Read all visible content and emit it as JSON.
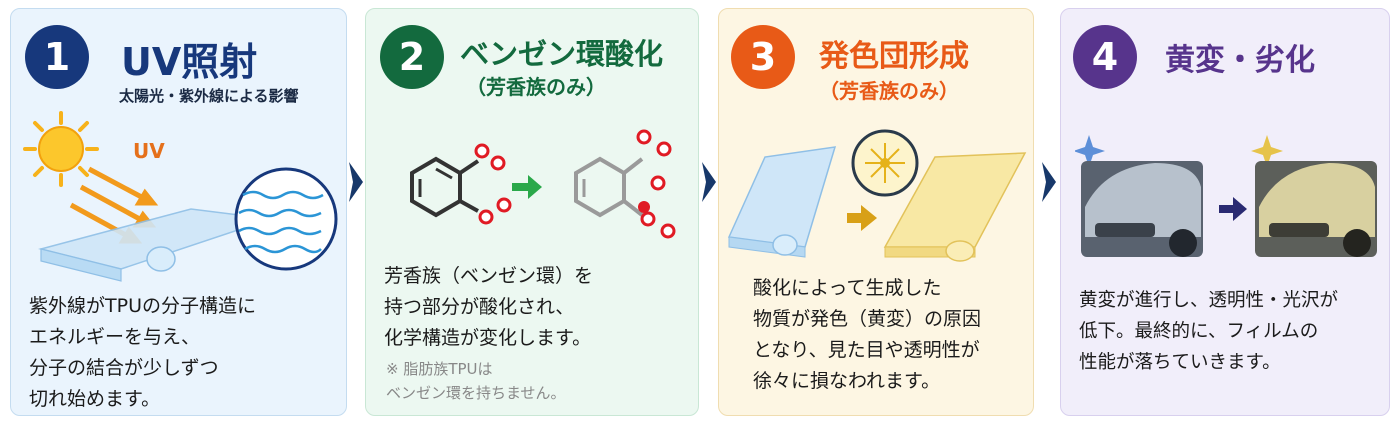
{
  "steps": [
    {
      "number": "1",
      "title": "UV照射",
      "subtitle": "太陽光・紫外線による影響",
      "uv_label": "UV",
      "body": [
        "紫外線がTPUの分子構造に",
        "エネルギーを与え、",
        "分子の結合が少しずつ",
        "切れ始めます。"
      ]
    },
    {
      "number": "2",
      "title": "ベンゼン環酸化",
      "subtitle": "（芳香族のみ）",
      "body": [
        "芳香族（ベンゼン環）を",
        "持つ部分が酸化され、",
        "化学構造が変化します。"
      ],
      "note": [
        "※ 脂肪族TPUは",
        "ベンゼン環を持ちません。"
      ]
    },
    {
      "number": "3",
      "title": "発色団形成",
      "subtitle": "（芳香族のみ）",
      "body": [
        "酸化によって生成した",
        "物質が発色（黄変）の原因",
        "となり、見た目や透明性が",
        "徐々に損なわれます。"
      ]
    },
    {
      "number": "4",
      "title": "黄変・劣化",
      "body": [
        "黄変が進行し、透明性・光沢が",
        "低下。最終的に、フィルムの",
        "性能が落ちていきます。"
      ]
    }
  ],
  "colors": {
    "step1": "#17387c",
    "step2": "#136a3e",
    "step3": "#e85a17",
    "step4": "#57348c",
    "arrow": "#17386a"
  },
  "icons": [
    "sun-icon",
    "film-roll-icon",
    "molecule-icon",
    "benzene-ring-icon",
    "oxidized-ring-icon",
    "yellowed-film-icon",
    "sparkle-icon",
    "car-icon"
  ]
}
